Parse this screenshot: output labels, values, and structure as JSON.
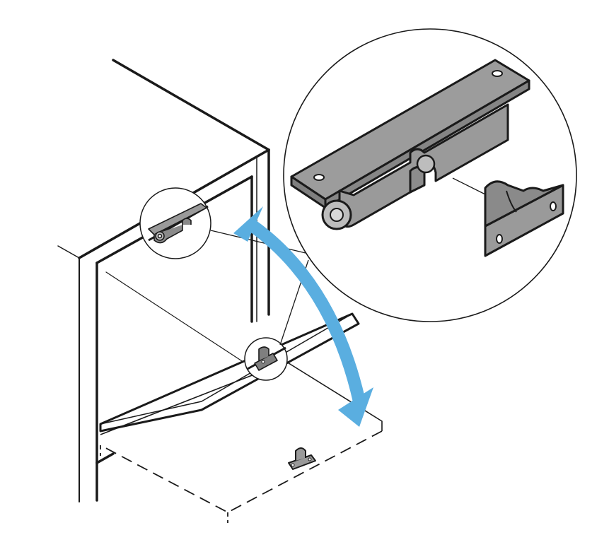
{
  "figure": {
    "kind": "assembly-illustration",
    "subject": "cabinet-flap-door-with-roller-catch",
    "callouts": [
      "catch-detail-top",
      "catch-detail-flap"
    ],
    "magnified_detail": "roller-catch-and-strike-plate",
    "motion_indicator": "double-headed-curved-arrow"
  },
  "colors": {
    "ink": "#1a1a1a",
    "arrow": "#5aaee0",
    "part_fill": "#9a9a9a",
    "part_shadow": "#7f7f7f",
    "background": "#ffffff"
  }
}
